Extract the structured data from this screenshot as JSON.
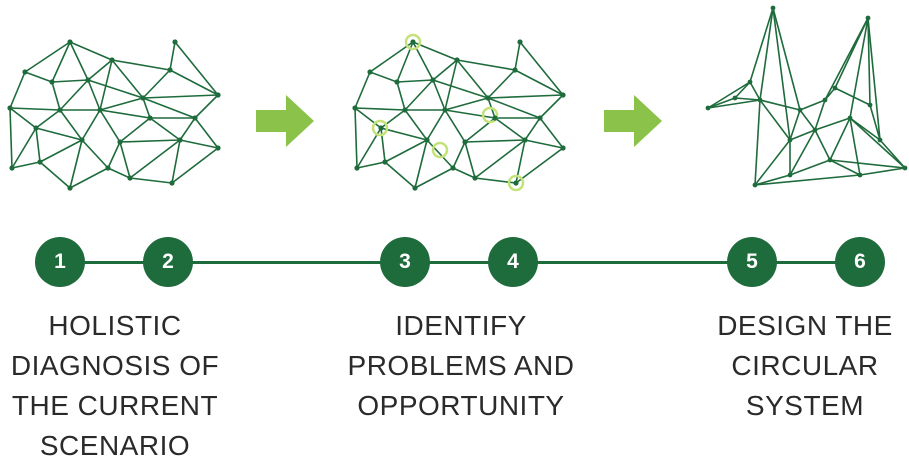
{
  "colors": {
    "network_line": "#1e6b3c",
    "network_node": "#1e6b3c",
    "arrow": "#8bc34a",
    "highlight": "#c5e17a",
    "step_fill": "#1e6b3c",
    "step_text": "#ffffff",
    "label_text": "#2a2a2a"
  },
  "steps": [
    {
      "number": "1"
    },
    {
      "number": "2"
    },
    {
      "number": "3"
    },
    {
      "number": "4"
    },
    {
      "number": "5"
    },
    {
      "number": "6"
    }
  ],
  "phases": [
    {
      "lines": [
        "HOLISTIC",
        "DIAGNOSIS OF",
        "THE CURRENT",
        "SCENARIO"
      ]
    },
    {
      "lines": [
        "IDENTIFY",
        "PROBLEMS AND",
        "OPPORTUNITY"
      ]
    },
    {
      "lines": [
        "DESIGN THE",
        "CIRCULAR",
        "SYSTEM"
      ]
    }
  ],
  "icons": {
    "network_1": "network-mesh-icon",
    "network_2": "network-mesh-highlighted-icon",
    "crane": "origami-crane-icon",
    "arrow": "right-arrow-icon"
  }
}
